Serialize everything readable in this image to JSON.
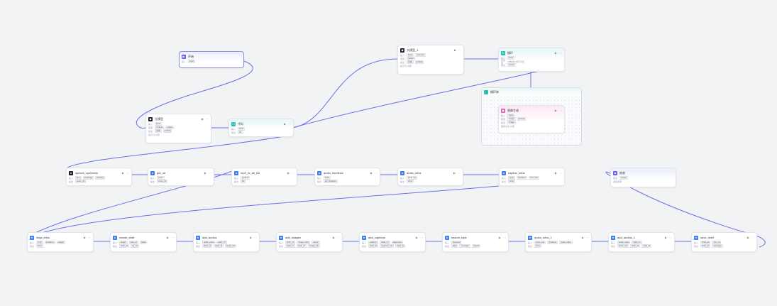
{
  "colors": {
    "edge": "#6b70e8",
    "icon_blue": "#3d7df0",
    "icon_dark": "#1f2330",
    "icon_cyan": "#2bbfb4",
    "icon_pink": "#e05cb0",
    "icon_purple": "#6a62e6"
  },
  "labels": {
    "input": "输入",
    "output": "输出",
    "var": "变量",
    "batch": "批处理"
  },
  "nodes": {
    "start": {
      "title": "开始",
      "chip1": "input"
    },
    "llm1": {
      "title": "大模型",
      "c1": "input",
      "c2": "content",
      "c3": "output",
      "o1": "文本",
      "o2": "publish",
      "note": "提示词 内容"
    },
    "code1": {
      "title": "代码",
      "c1": "input",
      "o1": "str"
    },
    "llm2": {
      "title": "大模型_1",
      "c1": "input",
      "c2": "selection",
      "c3": "output",
      "o1": "文本",
      "o2": "publish",
      "note": "提示词 内容"
    },
    "code2": {
      "title": "循环",
      "c1": "input",
      "note": "以数组为循环对象",
      "o1": "output"
    },
    "loop": {
      "title": "循环体"
    },
    "img": {
      "title": "图像生成",
      "c1": "input",
      "c2": "image",
      "c3": "prompt",
      "o1": "image",
      "note": "图像生成 内容"
    },
    "n1": {
      "title": "speech_synthesis",
      "c1": "text",
      "c2": "language",
      "c3": "speaker",
      "o1": "voice_url"
    },
    "n2": {
      "title": "get_url",
      "c1": "voice",
      "o1": "voice_url"
    },
    "n3": {
      "title": "mp3_to_str_list",
      "c1": "content",
      "o1": "list"
    },
    "n4": {
      "title": "audio_timelines",
      "c1": "input",
      "o1": "list_timelines"
    },
    "n5": {
      "title": "audio_infos",
      "c1": "input_url",
      "o1": "infos"
    },
    "n6": {
      "title": "caption_infos",
      "c1": "texts",
      "c2": "timelines",
      "c3": "font_size",
      "o1": "infos"
    },
    "end": {
      "title": "结束",
      "c1": "output",
      "note": "返回变量"
    },
    "m1": {
      "title": "imgs_infos",
      "c1": "imgs",
      "c2": "timelines",
      "c3": "widget",
      "o1": "infos"
    },
    "m2": {
      "title": "create_draft",
      "c1": "height",
      "c2": "user_id",
      "c3": "width",
      "o1": "draft_url",
      "o2": "tip_url"
    },
    "m3": {
      "title": "add_audios",
      "c1": "audio_infos",
      "c2": "draft_url",
      "o1": "draft_url",
      "o2": "track_id",
      "o3": "audio_ids"
    },
    "m4": {
      "title": "add_images",
      "c1": "draft_url",
      "c2": "image_infos",
      "c3": "scene",
      "o1": "track_id",
      "o2": "draft_url",
      "o3": "image_ids"
    },
    "m5": {
      "title": "add_captions",
      "c1": "captions",
      "c2": "draft_url",
      "c3": "alignment",
      "o1": "draft_url",
      "o2": "segment_ids",
      "o3": "track_id"
    },
    "m6": {
      "title": "search_byte",
      "c1": "keyword",
      "o1": "data",
      "o2": "message",
      "o3": "openid"
    },
    "m7": {
      "title": "audio_infos_1",
      "c1": "input_urls",
      "c2": "timelines",
      "c3": "audio_infos",
      "o1": "infos"
    },
    "m8": {
      "title": "add_audios_1",
      "c1": "audio_infos",
      "c2": "draft_url",
      "o1": "audio_ids",
      "o2": "draft_url",
      "o3": "track_id"
    },
    "m9": {
      "title": "save_draft",
      "c1": "draft_url",
      "c2": "user_id",
      "o1": "draft_url",
      "o2": "message"
    }
  }
}
